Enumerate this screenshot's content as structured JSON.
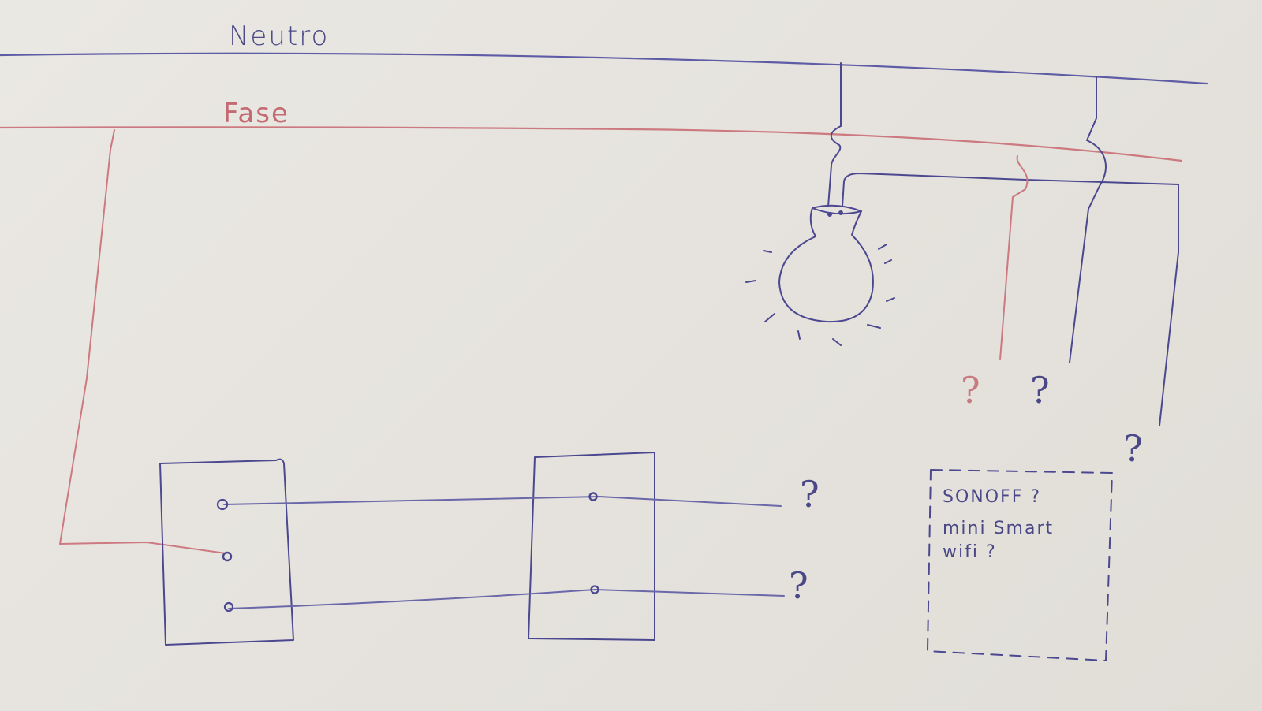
{
  "labels": {
    "neutral": "Neutro",
    "phase": "Fase"
  },
  "question_marks": {
    "neutral_drop": "?",
    "phase_drop": "?",
    "switched_drop": "?",
    "traveler_top": "?",
    "traveler_bottom": "?"
  },
  "sonoff_box": {
    "line1": "SONOFF ?",
    "line2": "mini Smart",
    "line3": "wifi ?"
  },
  "colors": {
    "neutral_wire": "#5a57a3",
    "phase_wire": "#c9747b",
    "ink": "#4a4887",
    "paper": "#e8e5e0"
  }
}
